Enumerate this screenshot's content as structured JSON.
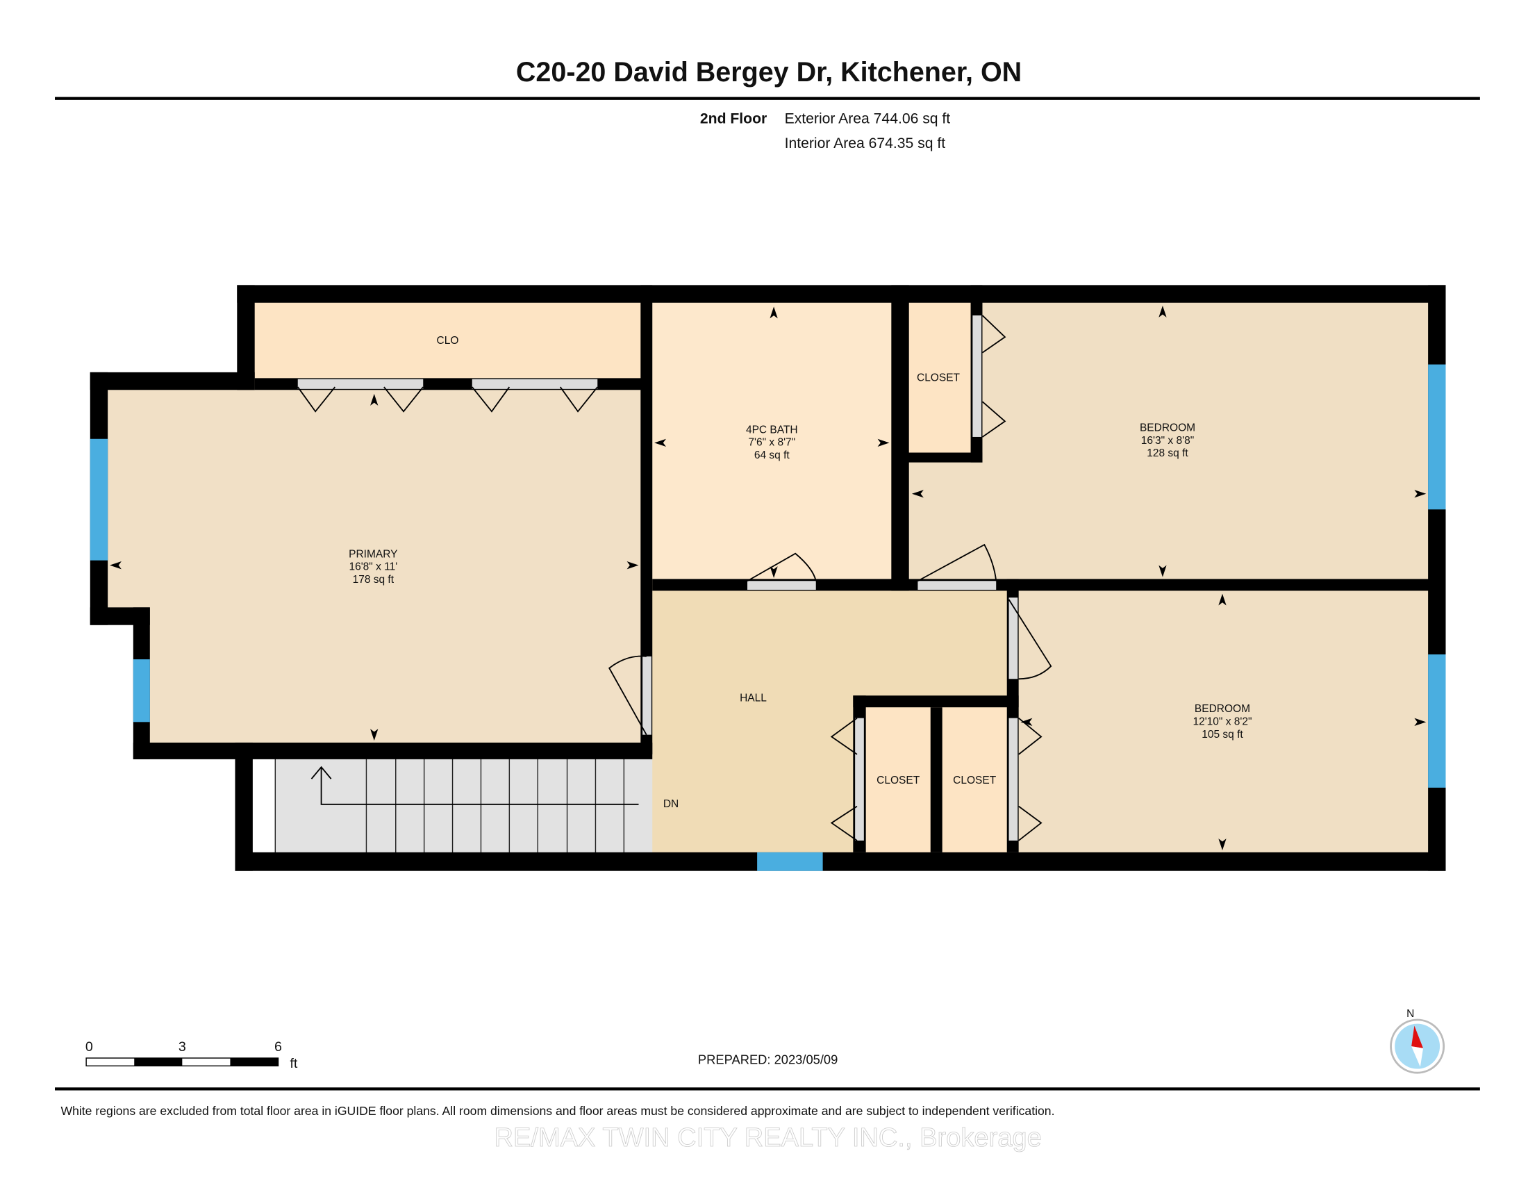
{
  "header": {
    "title": "C20-20 David Bergey Dr, Kitchener, ON"
  },
  "floor": {
    "name": "2nd Floor",
    "exterior_area": "Exterior Area 744.06 sq ft",
    "interior_area": "Interior Area 674.35 sq ft"
  },
  "rooms": {
    "clo": {
      "name": "CLO"
    },
    "bath": {
      "name": "4PC BATH",
      "dims": "7'6\" x 8'7\"",
      "area": "64 sq ft"
    },
    "closet_top": {
      "name": "CLOSET"
    },
    "bedroom1": {
      "name": "BEDROOM",
      "dims": "16'3\" x 8'8\"",
      "area": "128 sq ft"
    },
    "primary": {
      "name": "PRIMARY",
      "dims": "16'8\" x 11'",
      "area": "178 sq ft"
    },
    "hall": {
      "name": "HALL"
    },
    "closet_a": {
      "name": "CLOSET"
    },
    "closet_b": {
      "name": "CLOSET"
    },
    "bedroom2": {
      "name": "BEDROOM",
      "dims": "12'10\" x 8'2\"",
      "area": "105 sq ft"
    },
    "stairs": {
      "label": "DN"
    }
  },
  "scale": {
    "ticks": [
      "0",
      "3",
      "6"
    ],
    "unit": "ft"
  },
  "prepared": "PREPARED: 2023/05/09",
  "compass": {
    "label": "N"
  },
  "footer": {
    "disclaimer": "White regions are excluded from total floor area in iGUIDE floor plans. All room dimensions and floor areas must be considered approximate and are subject to independent verification.",
    "watermark": "RE/MAX TWIN CITY REALTY INC., Brokerage"
  },
  "colors": {
    "room": "#f1e0c6",
    "closet": "#fde4c4",
    "hall": "#f0dcb6",
    "window": "#4aaee0",
    "stairs": "#e2e2e2"
  }
}
